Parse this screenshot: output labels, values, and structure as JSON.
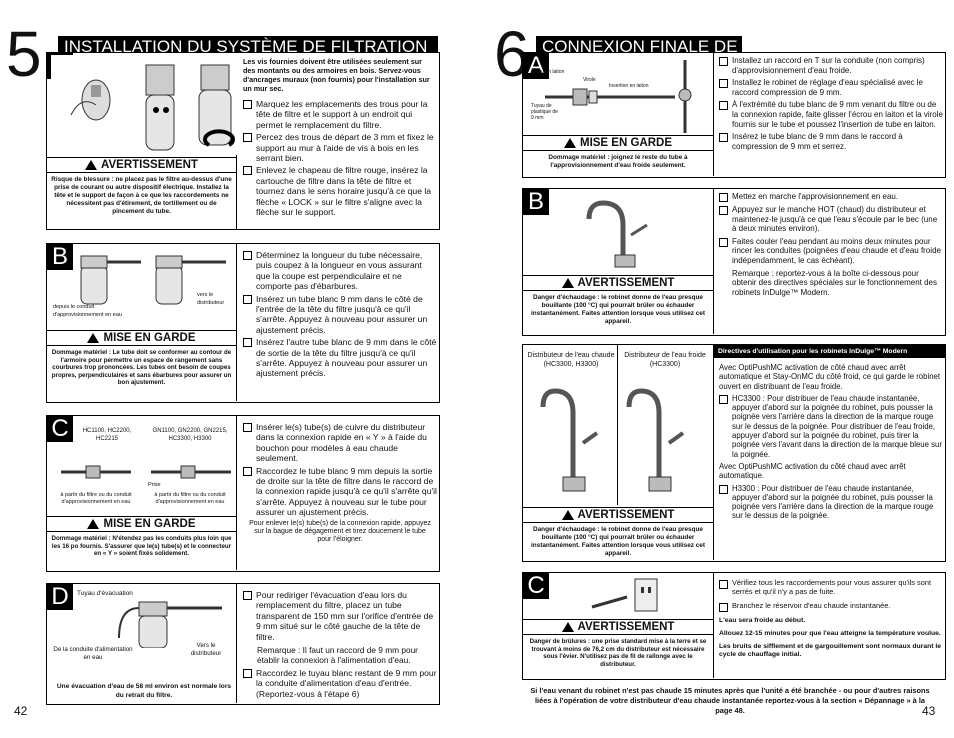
{
  "left": {
    "step_num": "5",
    "header": "INSTALLATION DU SYSTÈME DE FILTRATION",
    "A": {
      "letter": "A",
      "intro": "Les vis fournies doivent être utilisées seulement sur des montants ou des armoires en bois. Servez-vous d'ancrages muraux (non fournis) pour l'installation sur un mur sec.",
      "steps": [
        "Marquez les emplacements des trous pour la tête de filtre et le support à un endroit qui permet le remplacement du filtre.",
        "Percez des trous de départ de 3 mm et fixez le support au mur à l'aide de vis à bois en les serrant bien.",
        "Enlevez le chapeau de filtre rouge, insérez la cartouche de filtre dans la tête de filtre et tournez dans le sens horaire jusqu'à ce que la flèche « LOCK » sur le filtre s'aligne avec la flèche sur le support."
      ],
      "warn_title": "AVERTISSEMENT",
      "warn_text": "Risque de blessure : ne placez pas le filtre au-dessus d'une prise de courant ou autre dispositif électrique. Installez la tête et le support de façon à ce que les raccordements ne nécessitent pas d'étirement, de tortillement ou de pincement du tube."
    },
    "B": {
      "letter": "B",
      "label_left": "depuis le conduit d'approvisionnement en eau",
      "label_right": "vers le distributeur",
      "steps": [
        {
          "t": "Déterminez la longueur du tube nécessaire, puis coupez à la longueur en vous assurant que la coupe est perpendiculaire et ne comporte pas d'ébarbures."
        },
        {
          "t": "Insérez un tube blanc 9 mm dans le côté de l'entrée de la tête du filtre jusqu'à ce qu'il s'arrête. Appuyez à nouveau pour assurer un ajustement précis."
        },
        {
          "t": "Insérez l'autre tube blanc de 9 mm dans le côté de sortie de la tête du filtre jusqu'à ce qu'il s'arrête. Appuyez à nouveau pour assurer un ajustement précis."
        }
      ],
      "warn_title": "MISE EN GARDE",
      "warn_text": "Dommage matériel : Le tube doit se conformer au contour de l'armoire pour permettre un espace de rangement sans courbures trop prononcées. Les tubes ont besoin de coupes propres, perpendiculaires et sans ébarbures pour assurer un bon ajustement."
    },
    "C": {
      "letter": "C",
      "models_left": "HC1100, HC2200, HC2215",
      "models_right": "GN1100, GN2200, GN2215, HC3300, H3300",
      "prise": "Prise",
      "label_left": "à partir du filtre ou du conduit d'approvisionnement en eau",
      "label_right": "à partir du filtre ou du conduit d'approvisionnement en eau",
      "steps": [
        "Insérer le(s) tube(s) de cuivre du distributeur dans la connexion rapide en « Y » à l'aide du bouchon pour modèles à eau chaude seulement.",
        "Raccordez le tube blanc 9 mm depuis la sortie de droite sur la tête de filtre dans le raccord de la connexion rapide jusqu'à ce qu'il s'arrête qu'il s'arrête. Appuyez à nouveau sur le tube pour assurer un ajustement précis."
      ],
      "remove_note": "Pour enlever le(s) tube(s) de la connexion rapide, appuyez sur la bague de dégagement et tirez doucement le tube pour l'éloigner.",
      "warn_title": "MISE EN GARDE",
      "warn_text": "Dommage matériel : N'étendez pas les conduits plus loin que les 16 po fournis. S'assurer que le(s) tube(s) et le connecteur en « Y » soient fixés solidement."
    },
    "D": {
      "letter": "D",
      "label_evac": "Tuyau d'évacuation",
      "label_conduit": "De la conduite d'alimentation en eau",
      "label_dist": "Vers le distributeur",
      "steps": [
        "Pour rediriger l'évacuation d'eau lors du remplacement du filtre, placez un tube transparent de 150 mm sur l'orifice d'entrée de 9 mm situé sur le côté gauche de la tête de filtre.",
        "Raccordez le tuyau blanc restant de 9 mm pour la conduite d'alimentation d'eau d'entrée. (Reportez-vous à l'étape 6)"
      ],
      "remark": "Remarque : Il faut un raccord de 9 mm pour établir la connexion à l'alimentation d'eau.",
      "note": "Une évacuation d'eau de 58 ml environ est normale lors du retrait du filtre."
    },
    "page": "42"
  },
  "right": {
    "step_num": "6",
    "header": "CONNEXION FINALE DE L'EAU",
    "A": {
      "letter": "A",
      "fig_labels": [
        "Écrou en laiton",
        "Virole",
        "Insertion en laiton",
        "Tuyau de plastique de 9 mm"
      ],
      "steps": [
        "Installez un raccord en T sur la conduite (non compris) d'approvisionnement d'eau froide.",
        "Installez le robinet de réglage d'eau spécialisé avec le raccord compression de 9 mm.",
        "À l'extrémité du tube blanc de 9 mm venant du filtre ou de la connexion rapide, faite glisser l'écrou en laiton et la virole fournis sur le tube et poussez l'insertion de tube en laiton.",
        "Insérez le tube blanc de 9 mm dans le raccord à compression de 9 mm et serrez."
      ],
      "warn_title": "MISE EN GARDE",
      "warn_text": "Dommage matériel : joignez le reste du tube à l'approvisionnement d'eau froide seulement."
    },
    "B": {
      "letter": "B",
      "steps": [
        "Mettez en marche l'approvisionnement en eau.",
        "Appuyez sur le manche HOT (chaud) du distributeur et maintenez-le jusqu'à ce que l'eau s'écoule par le bec (une à deux minutes environ).",
        "Faites couler l'eau pendant au moins deux minutes pour rincer les conduites (poignées d'eau chaude et d'eau froide indépendamment, le cas échéant)."
      ],
      "remark": "Remarque : reportez-vous à la boîte ci-dessous pour obtenir des directives spéciales sur le fonctionnement des robinets InDulge™ Modern.",
      "warn_title": "AVERTISSEMENT",
      "warn_text": "Danger d'échaudage : le robinet donne de l'eau presque bouillante (100 °C) qui pourrait brûler ou échauder instantanément. Faites attention lorsque vous utilisez cet appareil."
    },
    "modern": {
      "cap_hot": "Distributeur de l'eau chaude (HC3300, H3300)",
      "cap_cold": "Distributeur de l'eau froide (HC3300)",
      "title": "Directives d'utilisation pour les robinets InDulge™ Modern",
      "p1": "Avec OptiPushMC activation de côté chaud avec arrêt automatique et Stay-OnMC du côté froid, ce qui garde le robinet ouvert en distribuant de l'eau froide.",
      "hc3300": "HC3300 : Pour distribuer de l'eau chaude instantanée, appuyer d'abord sur la poignée du robinet, puis pousser la poignée vers l'arrière dans la direction de la marque rouge sur le dessus de la poignée. Pour distribuer de l'eau froide, appuyer d'abord sur la poignée du robinet, puis tirer la poignée vers l'avant dans la direction de la marque bleue sur la poignée.",
      "p2": "Avec OptiPushMC activation du côté chaud avec arrêt automatique.",
      "h3300": "H3300 : Pour distribuer de l'eau chaude instantanée, appuyer d'abord sur la poignée du robinet, puis pousser la poignée vers l'arrière dans la direction de la marque rouge sur le dessus de la poignée.",
      "warn_title": "AVERTISSEMENT",
      "warn_text": "Danger d'échaudage : le robinet donne de l'eau presque bouillante (100 °C) qui pourrait brûler ou échauder instantanément. Faites attention lorsque vous utilisez cet appareil."
    },
    "C": {
      "letter": "C",
      "steps": [
        "Vérifiez tous les raccordements pour vous assurer qu'ils sont serrés et qu'il n'y a pas de fuite.",
        "Branchez le réservoir d'eau chaude instantanée."
      ],
      "cold": "L'eau sera froide au début.",
      "allow": "Allouez 12-15 minutes pour que l'eau atteigne la température voulue.",
      "noises": "Les bruits de sifflement et de gargouillement sont normaux durant le cycle de chauffage initial.",
      "warn_title": "AVERTISSEMENT",
      "warn_text": "Danger de brûlures : une prise standard mise à la terre et se trouvant à moins de 76,2 cm du distributeur est nécessaire sous l'évier. N'utilisez pas de fil de rallonge avec le distributeur."
    },
    "footer": "Si l'eau venant du robinet n'est pas chaude 15 minutes après que l'unité a été branchée - ou pour d'autres raisons liées à l'opération de votre distributeur d'eau chaude instantanée reportez-vous à la section « Dépannage » à la page 48.",
    "page": "43"
  }
}
